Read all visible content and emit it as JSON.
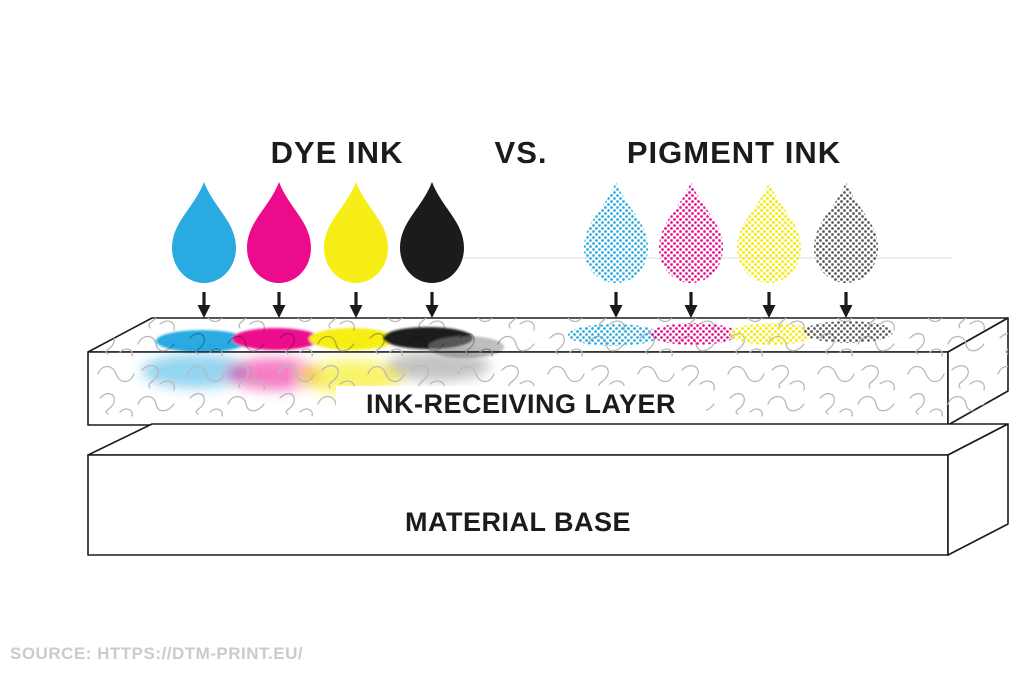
{
  "header": {
    "dye_label": "DYE INK",
    "vs_label": "VS.",
    "pigment_label": "PIGMENT INK"
  },
  "layers": {
    "ink_receiving_label": "INK-RECEIVING LAYER",
    "material_base_label": "MATERIAL BASE"
  },
  "footer": {
    "source": "SOURCE: HTTPS://DTM-PRINT.EU/"
  },
  "colors": {
    "cyan": "#29abe2",
    "magenta": "#ec0b8d",
    "yellow": "#f7ee18",
    "black": "#1d1a1b",
    "pigment_gray": "#58595b",
    "dye_black_bleed": "#8a8a8a"
  }
}
